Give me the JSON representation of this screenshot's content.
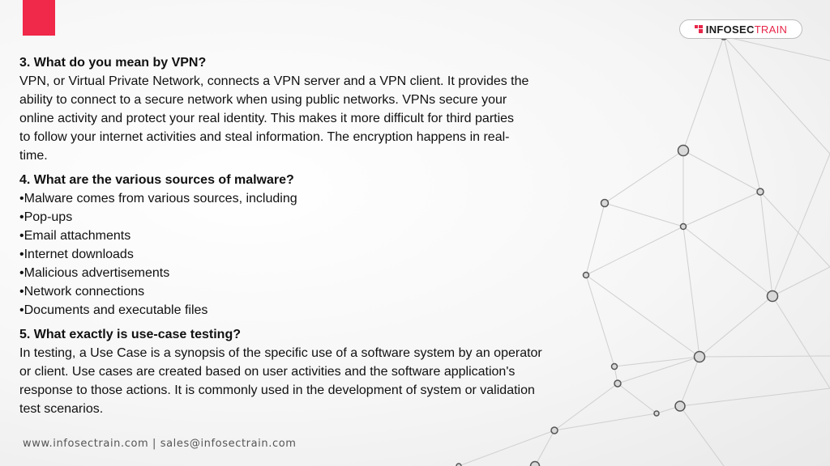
{
  "brand": {
    "logo_text_bold": "INFOSEC",
    "logo_text_light": "TRAIN",
    "accent_color": "#f0284a"
  },
  "sections": [
    {
      "heading": "3. What do you mean by VPN?",
      "lines": [
        "VPN, or Virtual Private Network, connects a VPN server and a VPN client. It provides the",
        "ability to connect to a secure network when using public networks. VPNs secure your",
        "online activity and protect your real identity. This makes it more difficult for third parties",
        "to follow your internet activities and steal information. The encryption happens in real-",
        "time."
      ]
    },
    {
      "heading": "4. What are the various sources of malware?",
      "bullets": [
        "Malware comes from various sources, including",
        "Pop-ups",
        "Email attachments",
        "Internet downloads",
        "Malicious advertisements",
        "Network connections",
        "Documents and executable files"
      ]
    },
    {
      "heading": "5. What exactly is use-case testing?",
      "lines": [
        "In testing, a Use Case is a synopsis of the specific use of a software system by an operator",
        "or client. Use cases are created based on user activities and the software application's",
        "response to those actions. It is commonly used in the development of system or validation",
        "test scenarios."
      ]
    }
  ],
  "footer": {
    "text": "www.infosectrain.com | sales@infosectrain.com"
  }
}
